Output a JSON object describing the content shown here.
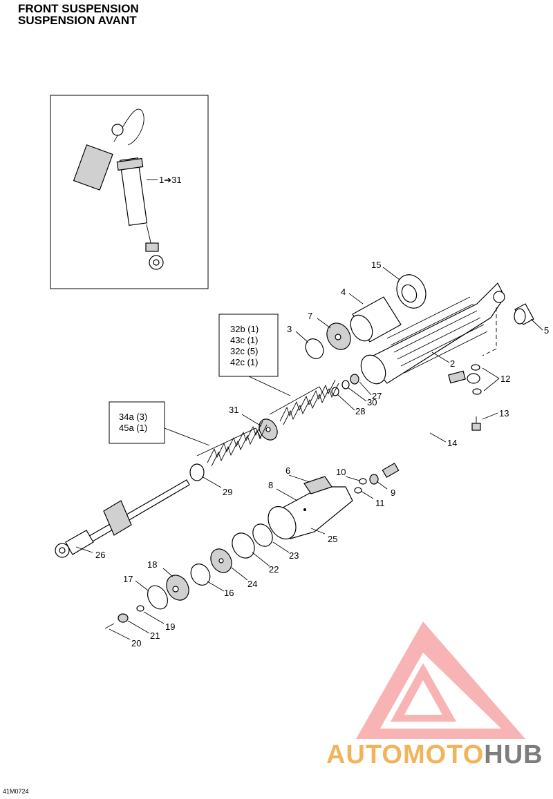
{
  "header": {
    "title_en": "FRONT SUSPENSION",
    "title_fr": "SUSPENSION AVANT"
  },
  "inset": {
    "label": "1➔31"
  },
  "boxes": [
    {
      "lines": [
        "32b (1)",
        "43c (1)",
        "32c (5)",
        "42c (1)"
      ]
    },
    {
      "lines": [
        "34a (3)",
        "45a (1)"
      ]
    }
  ],
  "callouts": [
    "2",
    "3",
    "4",
    "5",
    "6",
    "7",
    "8",
    "9",
    "10",
    "11",
    "12",
    "13",
    "14",
    "15",
    "16",
    "17",
    "18",
    "19",
    "20",
    "21",
    "22",
    "23",
    "24",
    "25",
    "26",
    "27",
    "28",
    "29",
    "30",
    "31"
  ],
  "footer": {
    "code": "41M0724"
  },
  "watermark": {
    "part1": "AUTOMOTO",
    "part2": "HUB",
    "color1": "#f2b45b",
    "color2": "#7d7d7d",
    "logo_color": "#f5a0a0"
  }
}
